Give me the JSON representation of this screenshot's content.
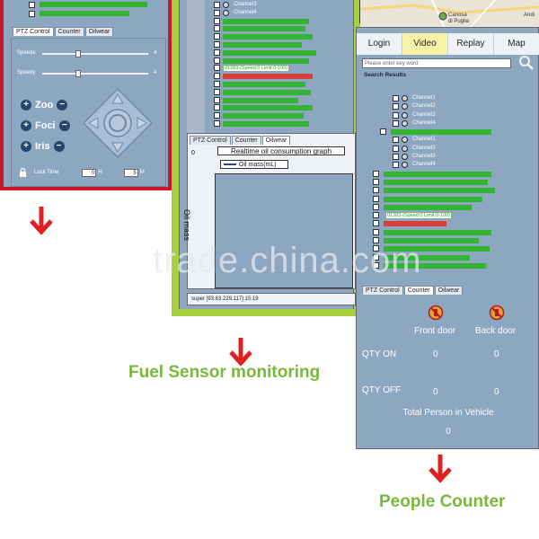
{
  "ptz": {
    "tabs": [
      "PTZ Control",
      "Counter",
      "Oilwear"
    ],
    "speed_labels": [
      "Speedx",
      "Speedy"
    ],
    "speed_values": [
      "4",
      "4"
    ],
    "speed_levels": [
      0.33,
      0.33
    ],
    "controls": [
      {
        "label": "Zoo",
        "minus": "−",
        "plus": "+"
      },
      {
        "label": "Foci",
        "minus": "−",
        "plus": "+"
      },
      {
        "label": "Iris",
        "minus": "−",
        "plus": "+"
      }
    ],
    "lock_label": "Lock Time",
    "lock_hours": "0",
    "lock_hours_unit": "H",
    "lock_minutes": "5",
    "lock_minutes_unit": "M"
  },
  "fuel": {
    "channels_top": [
      "Channel3",
      "Channel4"
    ],
    "highlight_row": "01283-(Speed:0 Limit:0-100)",
    "tabs": [
      "PTZ Control",
      "Counter",
      "Oilwear"
    ],
    "chart_origin_label": "0",
    "status": "super [93.63.229.117]  15:19",
    "caption": "Fuel Sensor monitoring"
  },
  "chart_data": {
    "type": "line",
    "title": "Realtime oil consumption graph",
    "series": [
      {
        "name": "Oil mass(mL)",
        "values": []
      }
    ],
    "ylabel": "Oil mass",
    "xlabel": "",
    "grid": false,
    "legend_placement": "top-left"
  },
  "map": {
    "places": [
      "Canosa",
      "di Puglia",
      "Andi"
    ]
  },
  "people": {
    "nav": [
      "Login",
      "Video",
      "Replay",
      "Map"
    ],
    "active_nav": "Video",
    "search_placeholder": "Please enter key word",
    "search_results_title": "Search Results",
    "channels_a": [
      "Channel1",
      "Channel2",
      "Channel3",
      "Channel4"
    ],
    "channels_b": [
      "Channel1",
      "Channel2",
      "Channel3",
      "Channel4"
    ],
    "highlight_row": "01283-(Speed:0 Limit:0-100)",
    "tabs": [
      "PTZ Control",
      "Counter",
      "Oilwear"
    ],
    "front_door": "Front door",
    "back_door": "Back door",
    "qty_on_label": "QTY ON",
    "qty_off_label": "QTY OFF",
    "qty_on_front": "0",
    "qty_on_back": "0",
    "qty_off_front": "0",
    "qty_off_back": "0",
    "total_label": "Total Person in Vehicle",
    "total_value": "0",
    "caption": "People Counter"
  },
  "watermark": "trade.china.com",
  "colors": {
    "accent_green": "#78b83a",
    "frame_green": "#a7cf3e",
    "frame_red": "#c8182c",
    "panel_blue": "#8ea7c1",
    "arrow_red": "#e02020",
    "row_green": "#33b533"
  }
}
